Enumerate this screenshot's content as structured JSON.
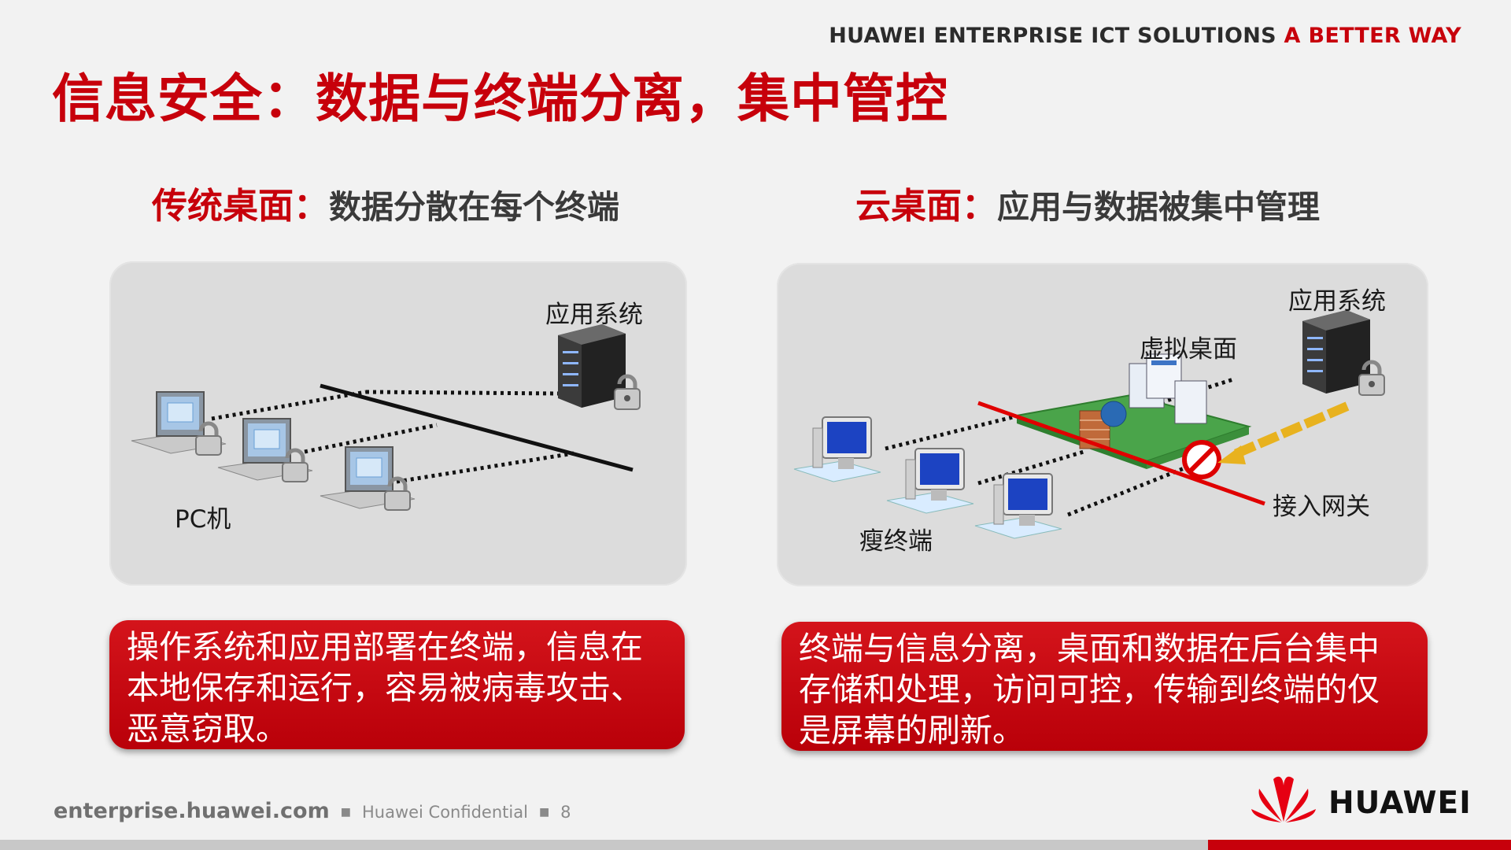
{
  "header": {
    "tagline_main": "HUAWEI ENTERPRISE ICT SOLUTIONS",
    "tagline_accent": "A BETTER WAY"
  },
  "title": "信息安全：数据与终端分离，集中管控",
  "left": {
    "heading_red": "传统桌面：",
    "heading_dark": "数据分散在每个终端",
    "label_app": "应用系统",
    "label_pc": "PC机",
    "callout": "操作系统和应用部署在终端，信息在本地保存和运行，容易被病毒攻击、恶意窃取。"
  },
  "right": {
    "heading_red": "云桌面：",
    "heading_dark": "应用与数据被集中管理",
    "label_app": "应用系统",
    "label_vdesk": "虚拟桌面",
    "label_thin": "瘦终端",
    "label_gateway": "接入网关",
    "callout": "终端与信息分离，桌面和数据在后台集中存储和处理，访问可控，传输到终端的仅是屏幕的刷新。"
  },
  "footer": {
    "site": "enterprise.huawei.com",
    "confidential": "Huawei Confidential",
    "page": "8",
    "brand": "HUAWEI"
  },
  "colors": {
    "brand_red": "#c7000b",
    "panel_gray": "#dcdcdc",
    "background": "#f2f2f2"
  }
}
